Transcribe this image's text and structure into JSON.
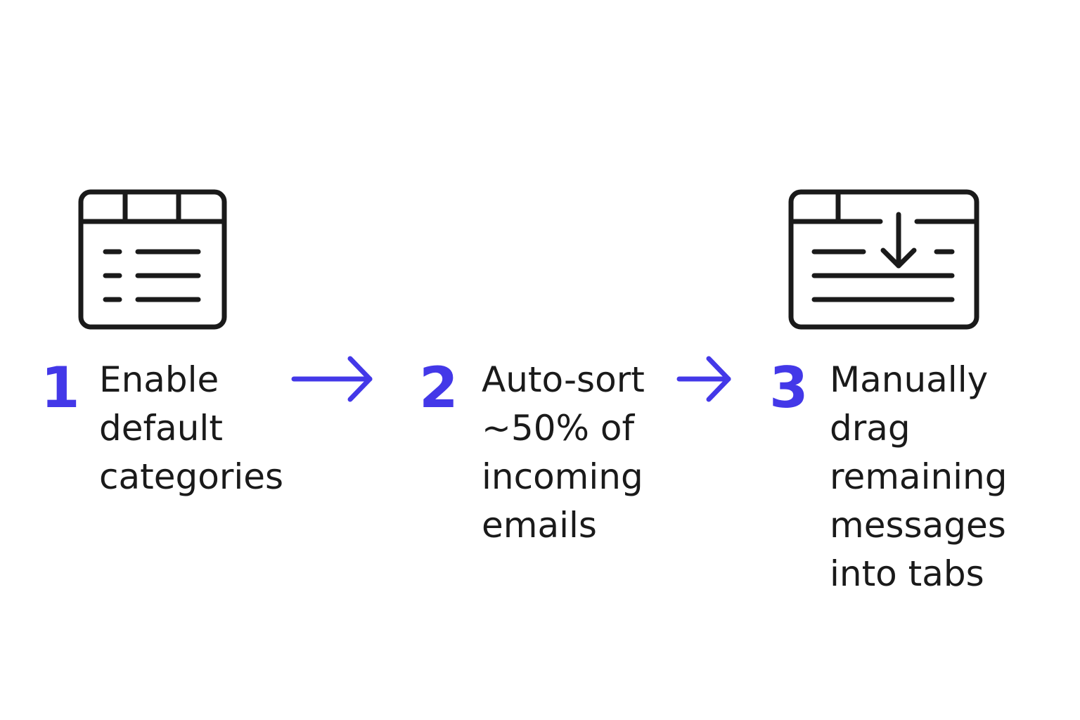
{
  "colors": {
    "accent": "#4338e8",
    "text": "#1a1a1a",
    "icon_stroke": "#1a1a1a",
    "background": "#ffffff"
  },
  "steps": [
    {
      "number": "1",
      "icon": "category-list-window-icon",
      "lines": [
        "Enable",
        "default",
        "categories"
      ]
    },
    {
      "number": "2",
      "icon": "",
      "lines": [
        "Auto-sort",
        "~50% of",
        "incoming",
        "emails"
      ]
    },
    {
      "number": "3",
      "icon": "drag-into-window-icon",
      "lines": [
        "Manually",
        "drag",
        "remaining",
        "messages",
        "into tabs"
      ]
    }
  ],
  "connectors": [
    {
      "icon": "right-arrow-icon"
    },
    {
      "icon": "right-arrow-icon"
    }
  ]
}
